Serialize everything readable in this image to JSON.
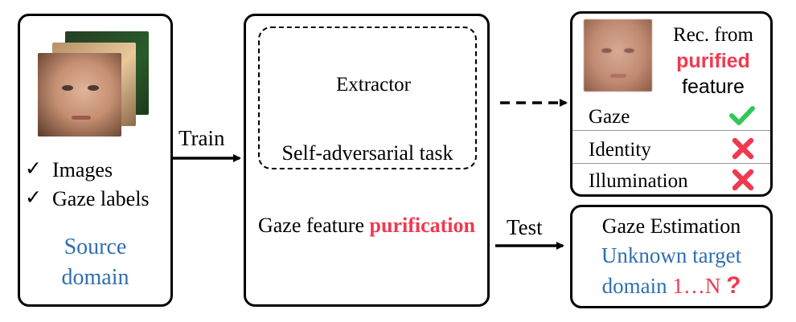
{
  "source": {
    "items": [
      "Images",
      "Gaze labels"
    ],
    "check_glyph": "✓",
    "label_line1": "Source",
    "label_line2": "domain"
  },
  "arrows": {
    "train": "Train",
    "test": "Test"
  },
  "center": {
    "extractor": "Extractor",
    "task": "Self-adversarial task",
    "purification_prefix": "Gaze feature",
    "purification_word": "purification"
  },
  "rec": {
    "line1": "Rec. from",
    "line2": "purified",
    "line3": "feature",
    "rows": [
      {
        "label": "Gaze",
        "status": "check"
      },
      {
        "label": "Identity",
        "status": "cross"
      },
      {
        "label": "Illumination",
        "status": "cross"
      }
    ]
  },
  "estimation": {
    "title": "Gaze Estimation",
    "line1": "Unknown target",
    "line2_a": "domain",
    "line2_b": "1…N",
    "question": "?"
  },
  "colors": {
    "blue": "#2f6fb0",
    "red": "#f0394f",
    "green": "#33c75a",
    "gray": "#7f7f7f"
  }
}
